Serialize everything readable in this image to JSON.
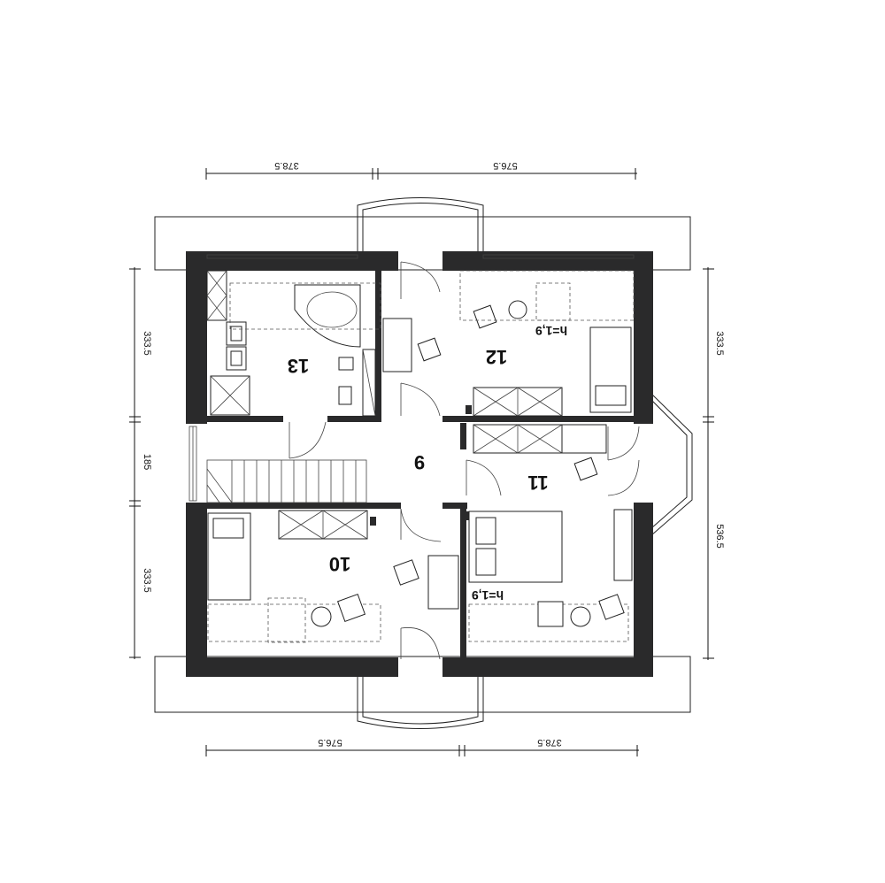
{
  "dimensions": {
    "top": [
      "378.5",
      "576.5"
    ],
    "bottom": [
      "576.5",
      "378.5"
    ],
    "left": [
      "333.5",
      "185",
      "333.5"
    ],
    "right": [
      "333.5",
      "536.5"
    ]
  },
  "rooms": [
    {
      "id": "9",
      "label": "9"
    },
    {
      "id": "10",
      "label": "10"
    },
    {
      "id": "11",
      "label": "11"
    },
    {
      "id": "12",
      "label": "12"
    },
    {
      "id": "13",
      "label": "13"
    }
  ],
  "notes": {
    "room12_height": "h=1,9",
    "room11_height": "h=1,9"
  }
}
